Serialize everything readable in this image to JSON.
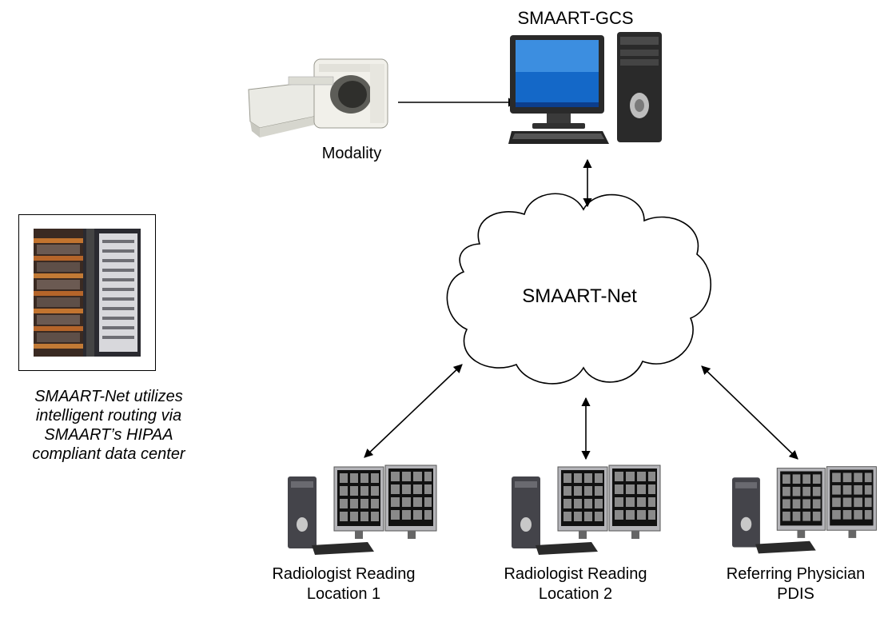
{
  "gcs": {
    "title": "SMAART-GCS"
  },
  "modality": {
    "label": "Modality"
  },
  "network": {
    "label": "SMAART-Net"
  },
  "data_center": {
    "caption": [
      "SMAART-Net utilizes",
      "intelligent routing via",
      "SMAART’s HIPAA",
      "compliant data center"
    ]
  },
  "endpoints": [
    {
      "line1": "Radiologist Reading",
      "line2": "Location 1"
    },
    {
      "line1": "Radiologist Reading",
      "line2": "Location 2"
    },
    {
      "line1": "Referring Physician",
      "line2": "PDIS"
    }
  ],
  "icons": [
    "mri-scanner-icon",
    "desktop-computer-icon",
    "server-rack-icon",
    "workstation-icon",
    "cloud-icon"
  ]
}
